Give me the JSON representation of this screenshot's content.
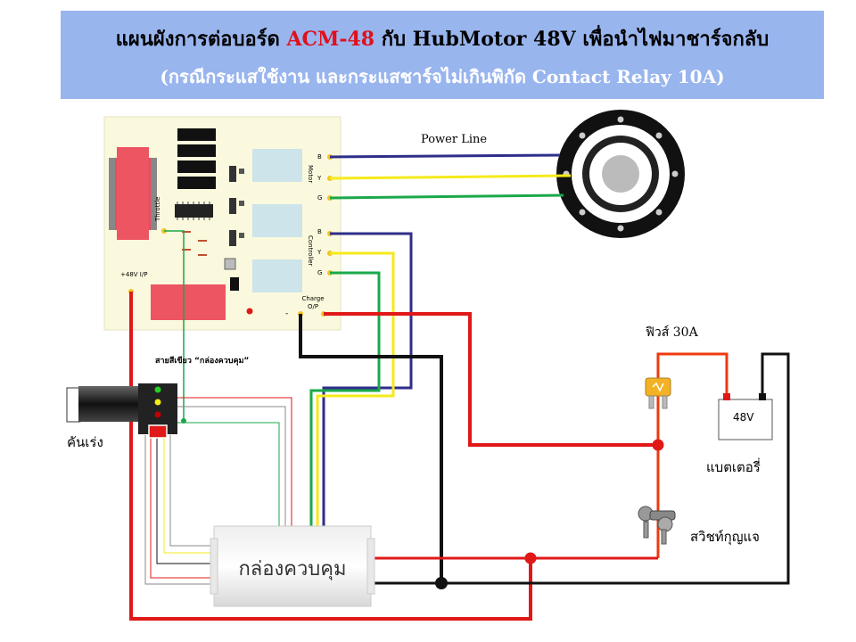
{
  "title": {
    "line1_prefix": "แผนผังการต่อบอร์ด ",
    "line1_highlight": "ACM-48",
    "line1_suffix": " กับ HubMotor 48V เพื่อนำไฟมาชาร์จกลับ",
    "line2": "(กรณีกระแสใช้งาน และกระแสชาร์จไม่เกินพิกัด Contact Relay 10A)",
    "highlight_color": "#e0101a",
    "background_color": "#99b5ee"
  },
  "labels": {
    "power_line": "Power Line",
    "fuse": "ฟิวส์ 30A",
    "battery_voltage": "48V",
    "battery": "แบตเตอรี่",
    "key_switch": "สวิชท์กุญแจ",
    "throttle": "คันเร่ง",
    "green_wire_note": "สายสีเขียว “กล่องควบคุม”",
    "controller_box": "กล่องควบคุม"
  },
  "board": {
    "throttle_label": "Throttle",
    "motor_label": "Motor",
    "controller_label": "Controller",
    "input_label": "+48V  I/P",
    "charge_label": "Charge O/P",
    "minus_label": "-",
    "pin_b": "B",
    "pin_y": "Y",
    "pin_g": "G"
  },
  "colors": {
    "wire_blue": "#2e2e8a",
    "wire_yellow": "#f5ea1a",
    "wire_green": "#1aa84a",
    "wire_red": "#e01818",
    "wire_black": "#111111",
    "wire_orange": "#ee3a10",
    "board_bg": "#fbf9dd"
  }
}
